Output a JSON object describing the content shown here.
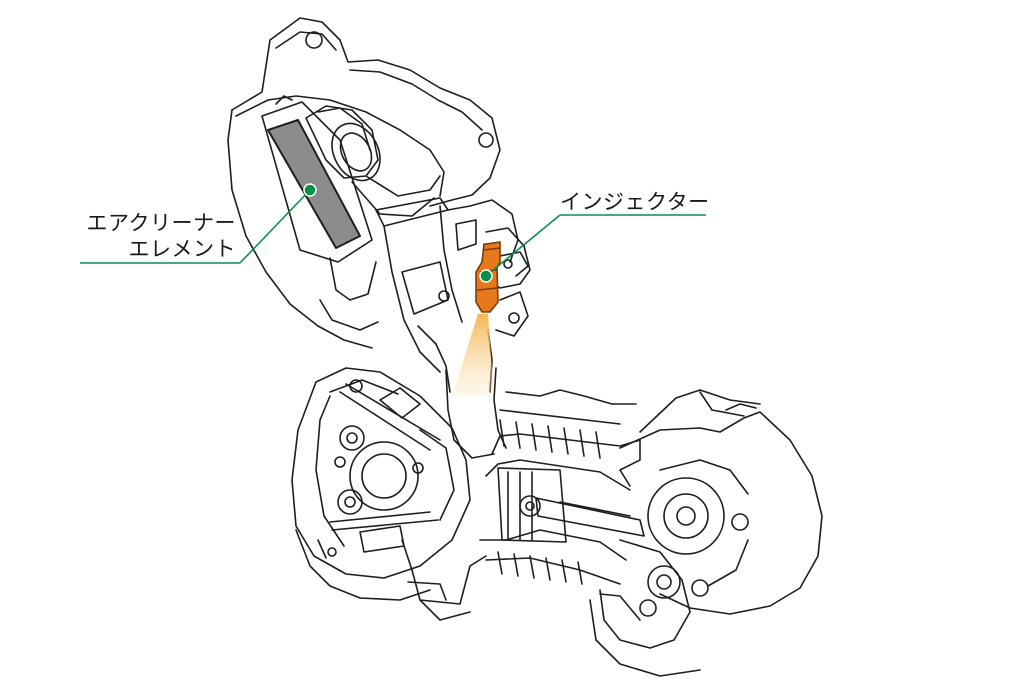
{
  "labels": {
    "air_cleaner_line1": "エアクリーナー",
    "air_cleaner_line2": "エレメント",
    "injector": "インジェクター"
  },
  "colors": {
    "leader": "#0a8f4a",
    "injector": "#e8781c",
    "filter": "#8c8c8c",
    "outline": "#1e1e1e",
    "spray": "#f6b24a"
  }
}
